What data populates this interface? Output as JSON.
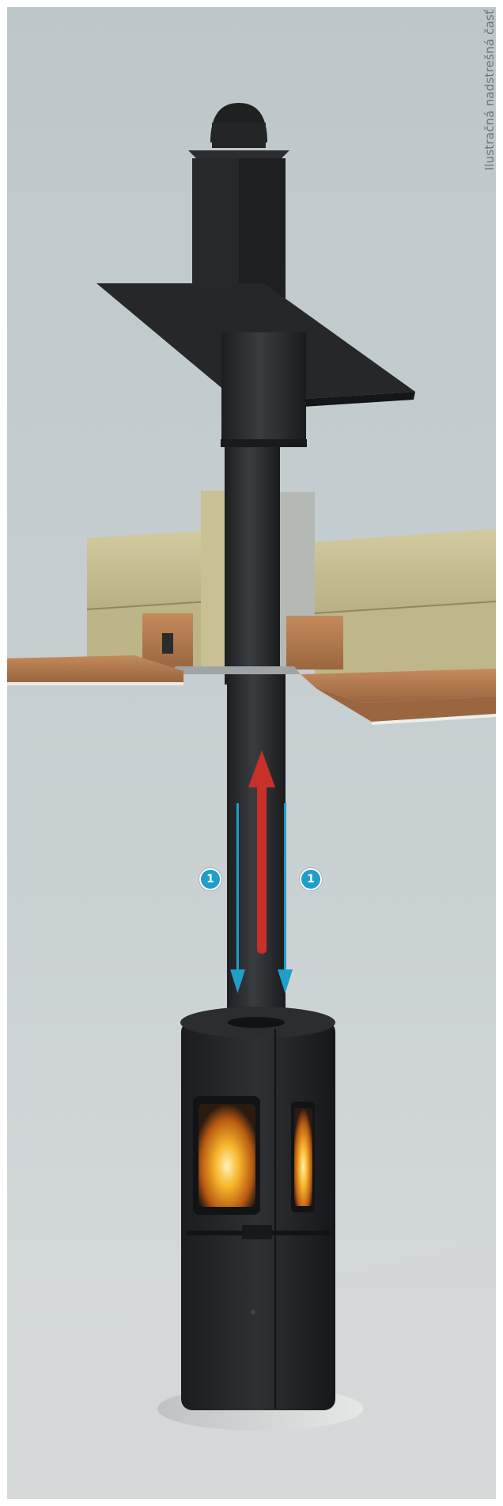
{
  "caption": "Ilustračná nadstrešná časť",
  "markers": [
    {
      "label": "1"
    },
    {
      "label": "1"
    }
  ],
  "colors": {
    "flue_gas_arrow": "#c8302a",
    "air_intake_arrow": "#1f9ec9",
    "marker_fill": "#1f9ec9",
    "chimney": "#2a2c2e",
    "insulation": "#c5bd8f",
    "wood": "#b07a4e",
    "flame": "#f2a419"
  },
  "icons": [
    "stove-icon",
    "flame-icon",
    "chimney-cap-icon",
    "roof-flashing-icon",
    "insulation-icon"
  ]
}
